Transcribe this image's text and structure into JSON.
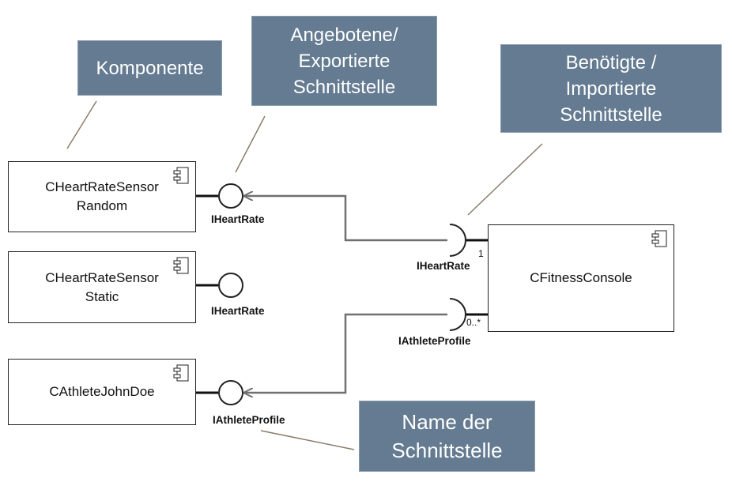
{
  "callouts": {
    "komponente": "Komponente",
    "angeboten": "Angebotene/\nExportierte\nSchnittstelle",
    "benoetigt": "Benötigte /\nImportierte\nSchnittstelle",
    "name": "Name der\nSchnittstelle"
  },
  "components": {
    "random": "CHeartRateSensor\nRandom",
    "static": "CHeartRateSensor\nStatic",
    "athlete": "CAthleteJohnDoe",
    "console": "CFitnessConsole"
  },
  "interfaces": {
    "heart_random": "IHeartRate",
    "heart_static": "IHeartRate",
    "athlete_provided": "IAthleteProfile",
    "console_heart": "IHeartRate",
    "console_athlete": "IAthleteProfile"
  },
  "multiplicities": {
    "heart": "1",
    "athlete": "0..*"
  },
  "colors": {
    "callout_fill": "#647b91",
    "leader_line": "#8b7d6b",
    "connector": "#707070"
  }
}
